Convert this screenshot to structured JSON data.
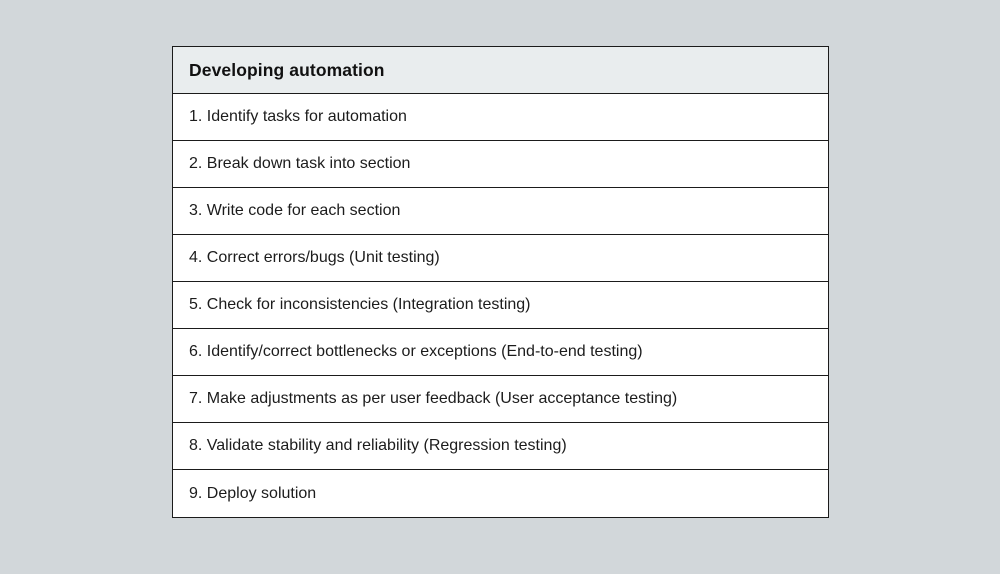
{
  "page": {
    "background_color": "#d2d7da"
  },
  "table": {
    "title": "Developing automation",
    "header_background": "#e9edee",
    "border_color": "#1b1b1b",
    "rows": [
      "1. Identify tasks for automation",
      "2. Break down task into section",
      "3. Write code for each section",
      "4. Correct errors/bugs (Unit testing)",
      "5. Check for inconsistencies (Integration testing)",
      "6. Identify/correct bottlenecks or exceptions (End-to-end testing)",
      "7. Make adjustments as per user feedback (User acceptance testing)",
      "8. Validate stability and reliability (Regression testing)",
      "9. Deploy solution"
    ]
  }
}
